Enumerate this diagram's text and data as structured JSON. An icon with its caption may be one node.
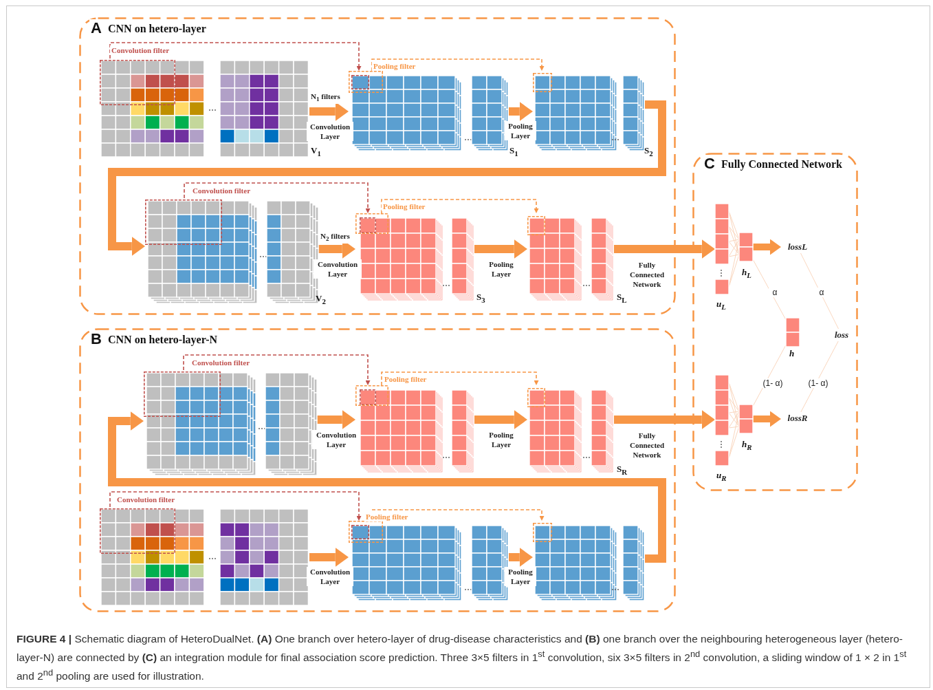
{
  "diagram": {
    "caption": "**FIGURE 4 |** Schematic diagram of HeteroDualNet. **(A)** One branch over hetero-layer of drug-disease characteristics and **(B)** one branch over the neighbouring heterogeneous layer (hetero-layer-N) are connected by **(C)** an integration module for final association score prediction. Three 3×5 filters in 1$^{st}$ convolution, six 3×5 filters in 2$^{nd}$ convolution, a sliding window of 1 × 2 in 1$^{st}$ and 2$^{nd}$ pooling are used for illustration.",
    "nodes": [
      {
        "text": [
          "A",
          "CNN on hetero-layer"
        ]
      },
      {
        "text": [],
        "shape": "grid",
        "in": 0,
        "beside": [
          "V$_{1}$"
        ]
      },
      {
        "text": [],
        "shape": "stack",
        "in": 0,
        "beside": [
          "S$_{1}$"
        ]
      },
      {
        "text": [],
        "shape": "stack",
        "in": 0,
        "beside": [
          "S$_{2}$"
        ]
      },
      {
        "text": [],
        "shape": "grid",
        "in": 0,
        "beside": [
          "V$_{2}$"
        ]
      },
      {
        "text": [],
        "shape": "stack",
        "in": 0,
        "beside": [
          "S$_{3}$"
        ]
      },
      {
        "text": [],
        "shape": "stack",
        "in": 0,
        "beside": [
          "S$_{L}$"
        ]
      },
      {
        "text": [
          "B",
          "CNN on hetero-layer-N"
        ]
      },
      {
        "text": [],
        "shape": "grid",
        "in": 7
      },
      {
        "text": [],
        "shape": "stack",
        "in": 7
      },
      {
        "text": [],
        "shape": "stack",
        "in": 7,
        "beside": [
          "S$_{R}$"
        ]
      },
      {
        "text": [],
        "shape": "grid",
        "in": 7
      },
      {
        "text": [],
        "shape": "stack",
        "in": 7
      },
      {
        "text": [],
        "shape": "stack",
        "in": 7
      },
      {
        "text": [
          "C",
          "Fully Connected Network"
        ]
      },
      {
        "text": [],
        "shape": "bar",
        "in": 14,
        "beside": [
          "u$_{L}$"
        ]
      },
      {
        "text": [],
        "shape": "bar",
        "in": 14,
        "beside": [
          "h$_{L}$"
        ]
      },
      {
        "text": [
          "lossL"
        ],
        "in": 14
      },
      {
        "text": [],
        "shape": "bar",
        "in": 14,
        "beside": [
          "h"
        ]
      },
      {
        "text": [
          "loss"
        ],
        "in": 14
      },
      {
        "text": [],
        "shape": "bar",
        "in": 14,
        "beside": [
          "u$_{R}$"
        ]
      },
      {
        "text": [],
        "shape": "bar",
        "in": 14,
        "beside": [
          "h$_{R}$"
        ]
      },
      {
        "text": [
          "lossR"
        ],
        "in": 14
      }
    ],
    "edges": [
      {
        "from": 1,
        "to": 2,
        "arrow": "to",
        "label": "Convolution Layer",
        "style": "thick"
      },
      {
        "from": 1,
        "to": 2,
        "arrow": "to",
        "label": "Convolution filter",
        "style": "dashed",
        "color": "#c0504d"
      },
      {
        "from": 2,
        "to": 3,
        "arrow": "to",
        "label": "Pooling Layer",
        "style": "thick"
      },
      {
        "from": 2,
        "to": 3,
        "arrow": "to",
        "label": "Pooling filter",
        "style": "dashed"
      },
      {
        "from": 3,
        "to": 4,
        "arrow": "to",
        "style": "thick"
      },
      {
        "from": 4,
        "to": 5,
        "arrow": "to",
        "label": "Convolution Layer",
        "style": "thick"
      },
      {
        "from": 4,
        "to": 5,
        "arrow": "to",
        "label": "Convolution filter",
        "style": "dashed",
        "color": "#c0504d"
      },
      {
        "from": 5,
        "to": 6,
        "arrow": "to",
        "label": "Pooling Layer",
        "style": "thick"
      },
      {
        "from": 5,
        "to": 6,
        "arrow": "to",
        "label": "Pooling filter",
        "style": "dashed"
      },
      {
        "from": 6,
        "to": 15,
        "arrow": "to",
        "label": "Fully Connected Network",
        "style": "thick"
      },
      {
        "from": 8,
        "to": 9,
        "arrow": "to",
        "label": "Convolution Layer",
        "style": "thick"
      },
      {
        "from": 8,
        "to": 9,
        "arrow": "to",
        "label": "Convolution filter",
        "style": "dashed",
        "color": "#c0504d"
      },
      {
        "from": 9,
        "to": 10,
        "arrow": "to",
        "label": "Pooling Layer",
        "style": "thick"
      },
      {
        "from": 9,
        "to": 10,
        "arrow": "to",
        "label": "Pooling filter",
        "style": "dashed"
      },
      {
        "from": 10,
        "to": 20,
        "arrow": "to",
        "label": "Fully Connected Network",
        "style": "thick"
      },
      {
        "from": 11,
        "to": 12,
        "arrow": "to",
        "label": "Convolution Layer",
        "style": "thick"
      },
      {
        "from": 11,
        "to": 12,
        "arrow": "to",
        "label": "Convolution filter",
        "style": "dashed",
        "color": "#c0504d"
      },
      {
        "from": 12,
        "to": 13,
        "arrow": "to",
        "label": "Pooling Layer",
        "style": "thick"
      },
      {
        "from": 12,
        "to": 13,
        "arrow": "to",
        "label": "Pooling filter",
        "style": "dashed"
      },
      {
        "from": 13,
        "to": 8,
        "arrow": "to",
        "style": "thick"
      },
      {
        "from": 15,
        "to": 16,
        "arrow": "none",
        "color": "#f8cbad"
      },
      {
        "from": 16,
        "to": 17,
        "arrow": "to",
        "style": "thick"
      },
      {
        "from": 16,
        "to": 18,
        "arrow": "none",
        "label": "α",
        "color": "#f8cbad"
      },
      {
        "from": 17,
        "to": 19,
        "arrow": "none",
        "label": "α",
        "color": "#f8cbad"
      },
      {
        "from": 20,
        "to": 21,
        "arrow": "none",
        "color": "#f8cbad"
      },
      {
        "from": 21,
        "to": 22,
        "arrow": "to",
        "style": "thick"
      },
      {
        "from": 21,
        "to": 18,
        "arrow": "none",
        "label": "(1- α)",
        "color": "#f8cbad"
      },
      {
        "from": 22,
        "to": 19,
        "arrow": "none",
        "label": "(1- α)",
        "color": "#f8cbad"
      }
    ],
    "labels": [
      "N$_{1}$ filters",
      "N$_{2}$ filters"
    ]
  }
}
